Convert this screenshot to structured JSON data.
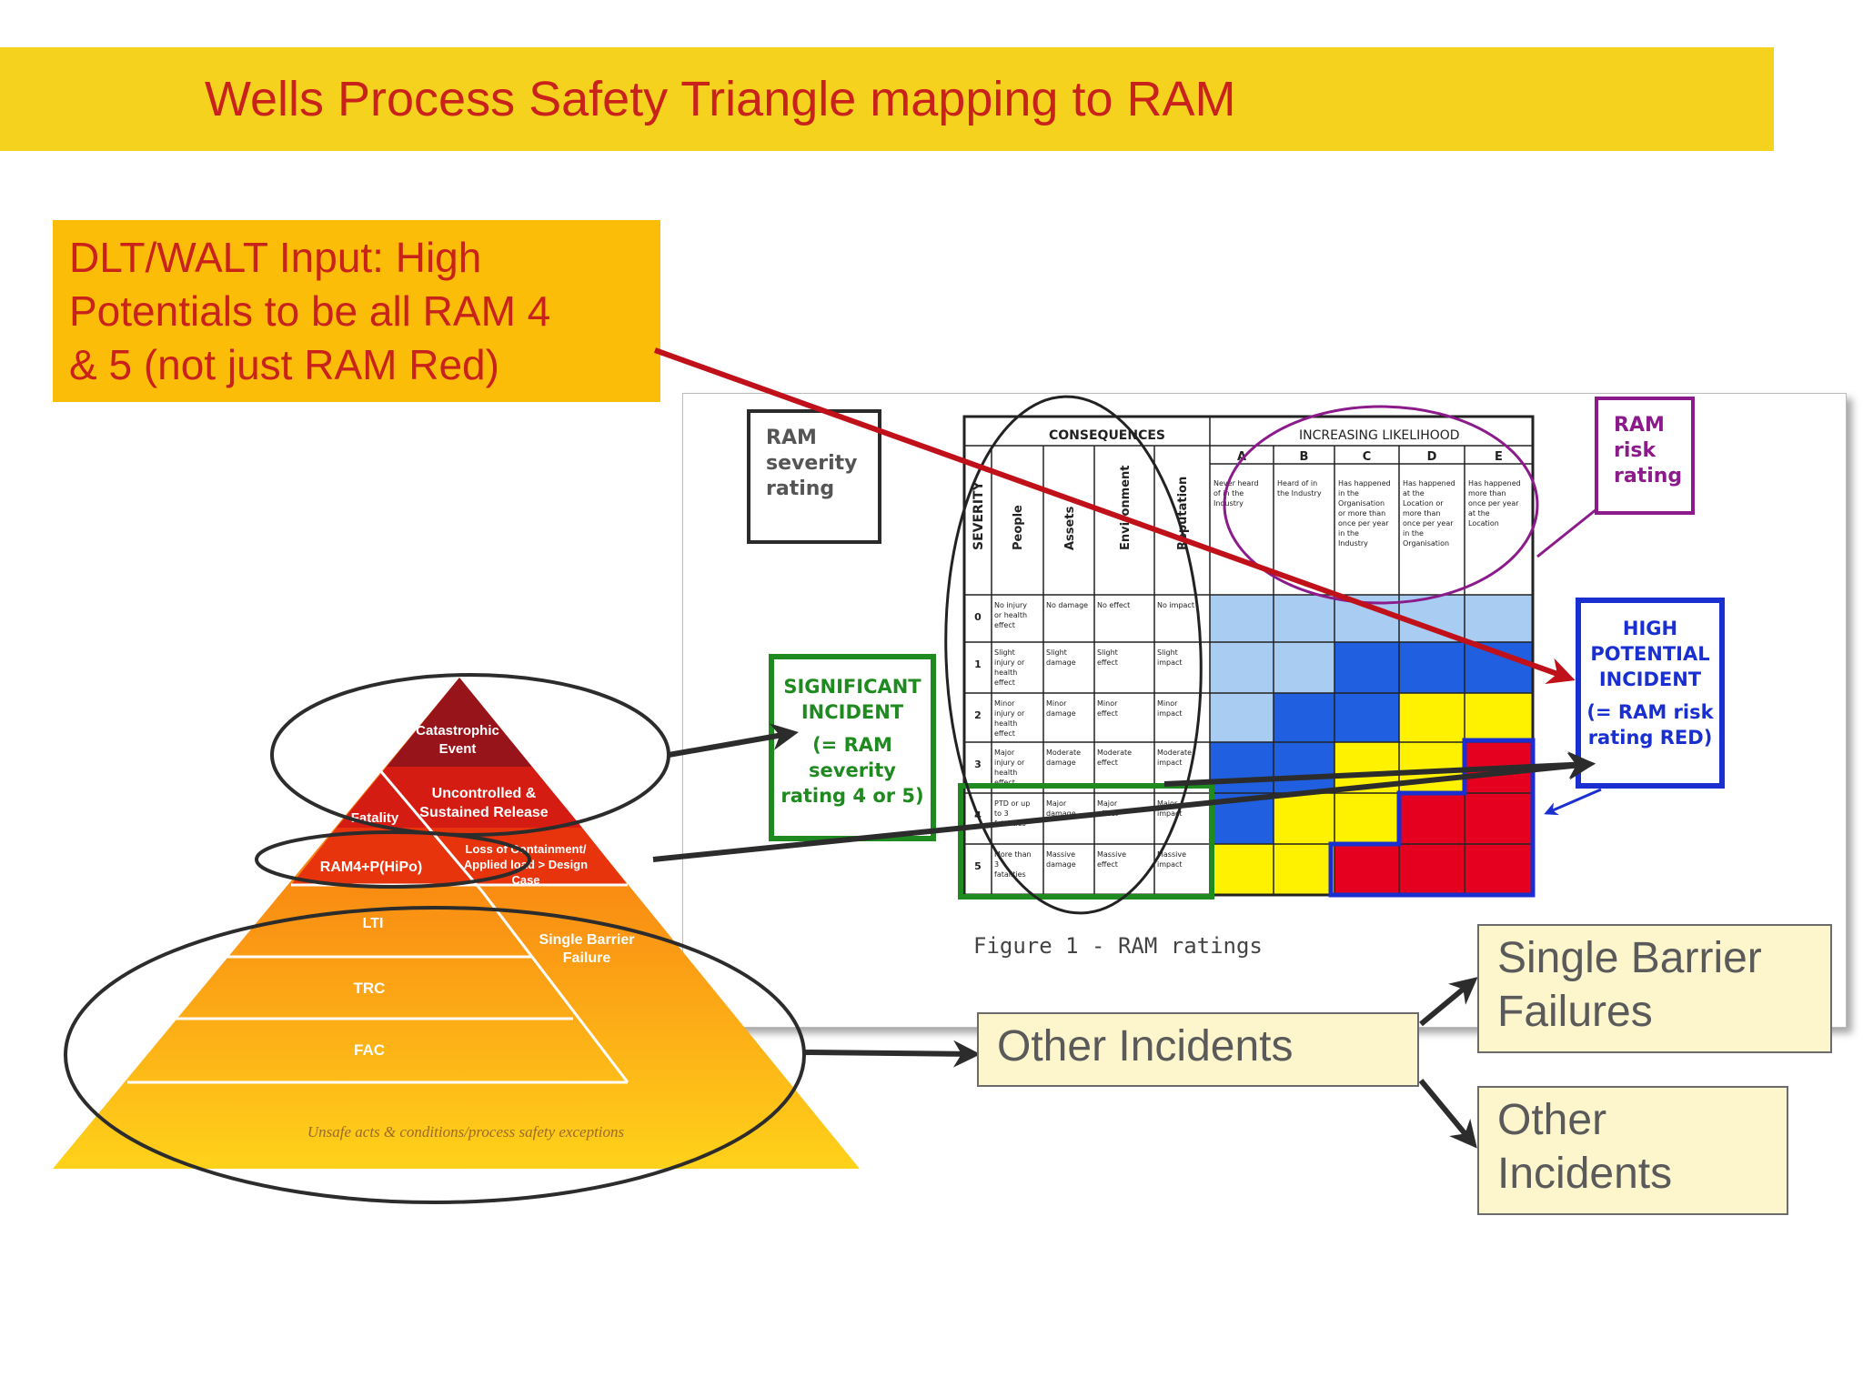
{
  "title": "Wells Process Safety Triangle mapping to RAM",
  "callout": {
    "lines": [
      "DLT/WALT  Input: High",
      "Potentials to be all RAM 4",
      "& 5 (not just RAM Red)"
    ]
  },
  "ram": {
    "severity_box": [
      "RAM",
      "severity",
      "rating"
    ],
    "risk_box": [
      "RAM",
      "risk",
      "rating"
    ],
    "consequences": "CONSEQUENCES",
    "likelihood": "INCREASING LIKELIHOOD",
    "severity_label": "SEVERITY",
    "columns": [
      "People",
      "Assets",
      "Environment",
      "Reputation"
    ],
    "likelihood_letters": [
      "A",
      "B",
      "C",
      "D",
      "E"
    ],
    "likelihood_desc": [
      "Never heard of in the Industry",
      "Heard of in the Industry",
      "Has happened in the Organisation or more than once per year in the Industry",
      "Has happened at the Location or more than once per year in the Organisation",
      "Has happened more than once per year at the Location"
    ],
    "rows": [
      {
        "sev": "0",
        "cells": [
          "No injury or health effect",
          "No damage",
          "No effect",
          "No impact"
        ]
      },
      {
        "sev": "1",
        "cells": [
          "Slight injury or health effect",
          "Slight damage",
          "Slight effect",
          "Slight impact"
        ]
      },
      {
        "sev": "2",
        "cells": [
          "Minor injury or health effect",
          "Minor damage",
          "Minor effect",
          "Minor impact"
        ]
      },
      {
        "sev": "3",
        "cells": [
          "Major injury or health effect",
          "Moderate damage",
          "Moderate effect",
          "Moderate impact"
        ]
      },
      {
        "sev": "4",
        "cells": [
          "PTD or up to 3 fatalities",
          "Major damage",
          "Major effect",
          "Major impact"
        ]
      },
      {
        "sev": "5",
        "cells": [
          "More than 3 fatalities",
          "Massive damage",
          "Massive effect",
          "Massive impact"
        ]
      }
    ],
    "matrix_colors": [
      [
        "lightblue",
        "lightblue",
        "lightblue",
        "lightblue",
        "lightblue"
      ],
      [
        "lightblue",
        "lightblue",
        "blue",
        "blue",
        "blue"
      ],
      [
        "lightblue",
        "blue",
        "blue",
        "yellow",
        "yellow"
      ],
      [
        "blue",
        "blue",
        "yellow",
        "yellow",
        "red"
      ],
      [
        "blue",
        "yellow",
        "yellow",
        "red",
        "red"
      ],
      [
        "yellow",
        "yellow",
        "red",
        "red",
        "red"
      ]
    ],
    "palette": {
      "lightblue": "#a9cdf2",
      "blue": "#1f5fe0",
      "yellow": "#fff200",
      "red": "#e6001f"
    },
    "figure_caption": "Figure 1 - RAM ratings",
    "significant": [
      "SIGNIFICANT",
      "INCIDENT",
      "(= RAM",
      "severity",
      "rating 4 or 5)"
    ],
    "high_potential": [
      "HIGH",
      "POTENTIAL",
      "INCIDENT",
      "(= RAM risk",
      "rating RED)"
    ]
  },
  "pyramid": {
    "catastrophic": [
      "Catastrophic",
      "Event"
    ],
    "uncontrolled": [
      "Uncontrolled &",
      "Sustained Release"
    ],
    "fatality": "Fatality",
    "ram4": "RAM4+P(HiPo)",
    "loss": [
      "Loss of Containment/",
      "Applied load > Design",
      "Case"
    ],
    "lti": "LTI",
    "single_barrier": [
      "Single Barrier",
      "Failure"
    ],
    "trc": "TRC",
    "fac": "FAC",
    "unsafe": "Unsafe acts & conditions/process safety exceptions"
  },
  "boxes": {
    "other_incidents_main": "Other Incidents",
    "single_barrier_failures": [
      "Single Barrier",
      "Failures"
    ],
    "other_incidents": [
      "Other",
      "Incidents"
    ]
  }
}
